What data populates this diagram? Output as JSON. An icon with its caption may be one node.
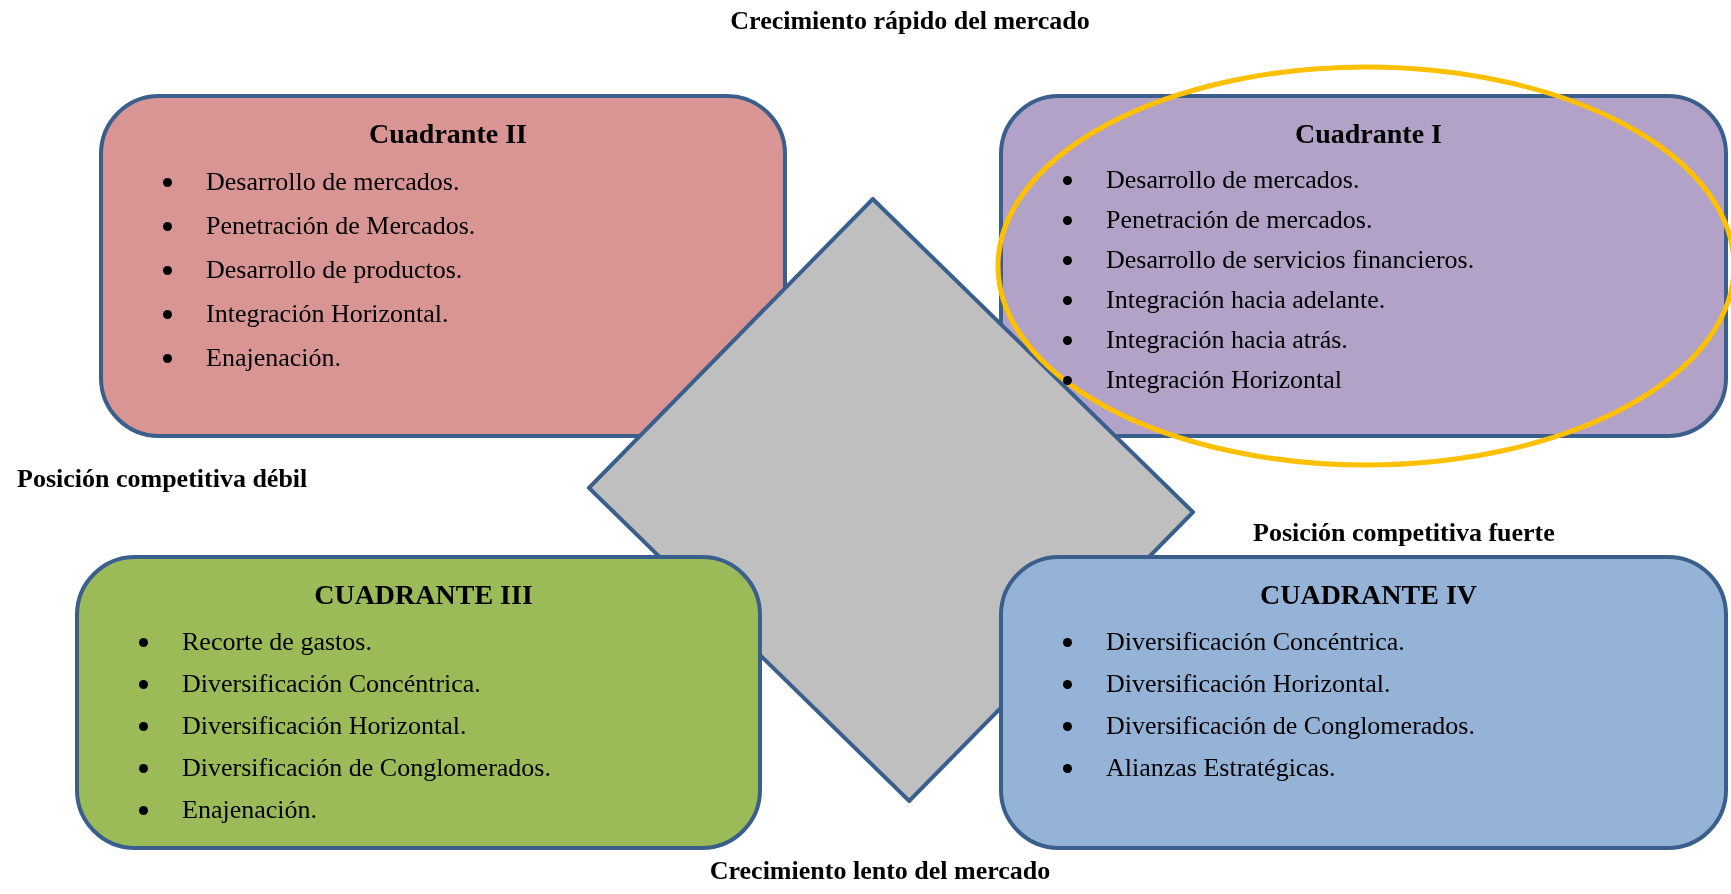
{
  "diagram": {
    "nodes": [
      {
        "text": [
          "Cuadrante II",
          "Desarrollo de mercados.",
          "Penetración de Mercados.",
          "Desarrollo de productos.",
          "Integración Horizontal.",
          "Enajenación."
        ]
      },
      {
        "text": [
          "Cuadrante I",
          "Desarrollo de mercados.",
          "Penetración de mercados.",
          "Desarrollo de servicios financieros.",
          "Integración hacia adelante.",
          "Integración hacia atrás.",
          "Integración Horizontal"
        ]
      },
      {
        "text": [],
        "shape": "diamond"
      },
      {
        "text": [
          "CUADRANTE III",
          "Recorte de gastos.",
          "Diversificación Concéntrica.",
          "Diversificación Horizontal.",
          "Diversificación de Conglomerados.",
          "Enajenación."
        ]
      },
      {
        "text": [
          "CUADRANTE IV",
          "Diversificación Concéntrica.",
          "Diversificación Horizontal.",
          "Diversificación de Conglomerados.",
          "Alianzas Estratégicas."
        ]
      }
    ],
    "edges": [],
    "labels": [
      "Crecimiento rápido del mercado",
      "Posición competitiva débil",
      "Posición competitiva fuerte",
      "Crecimiento lento del mercado"
    ]
  }
}
